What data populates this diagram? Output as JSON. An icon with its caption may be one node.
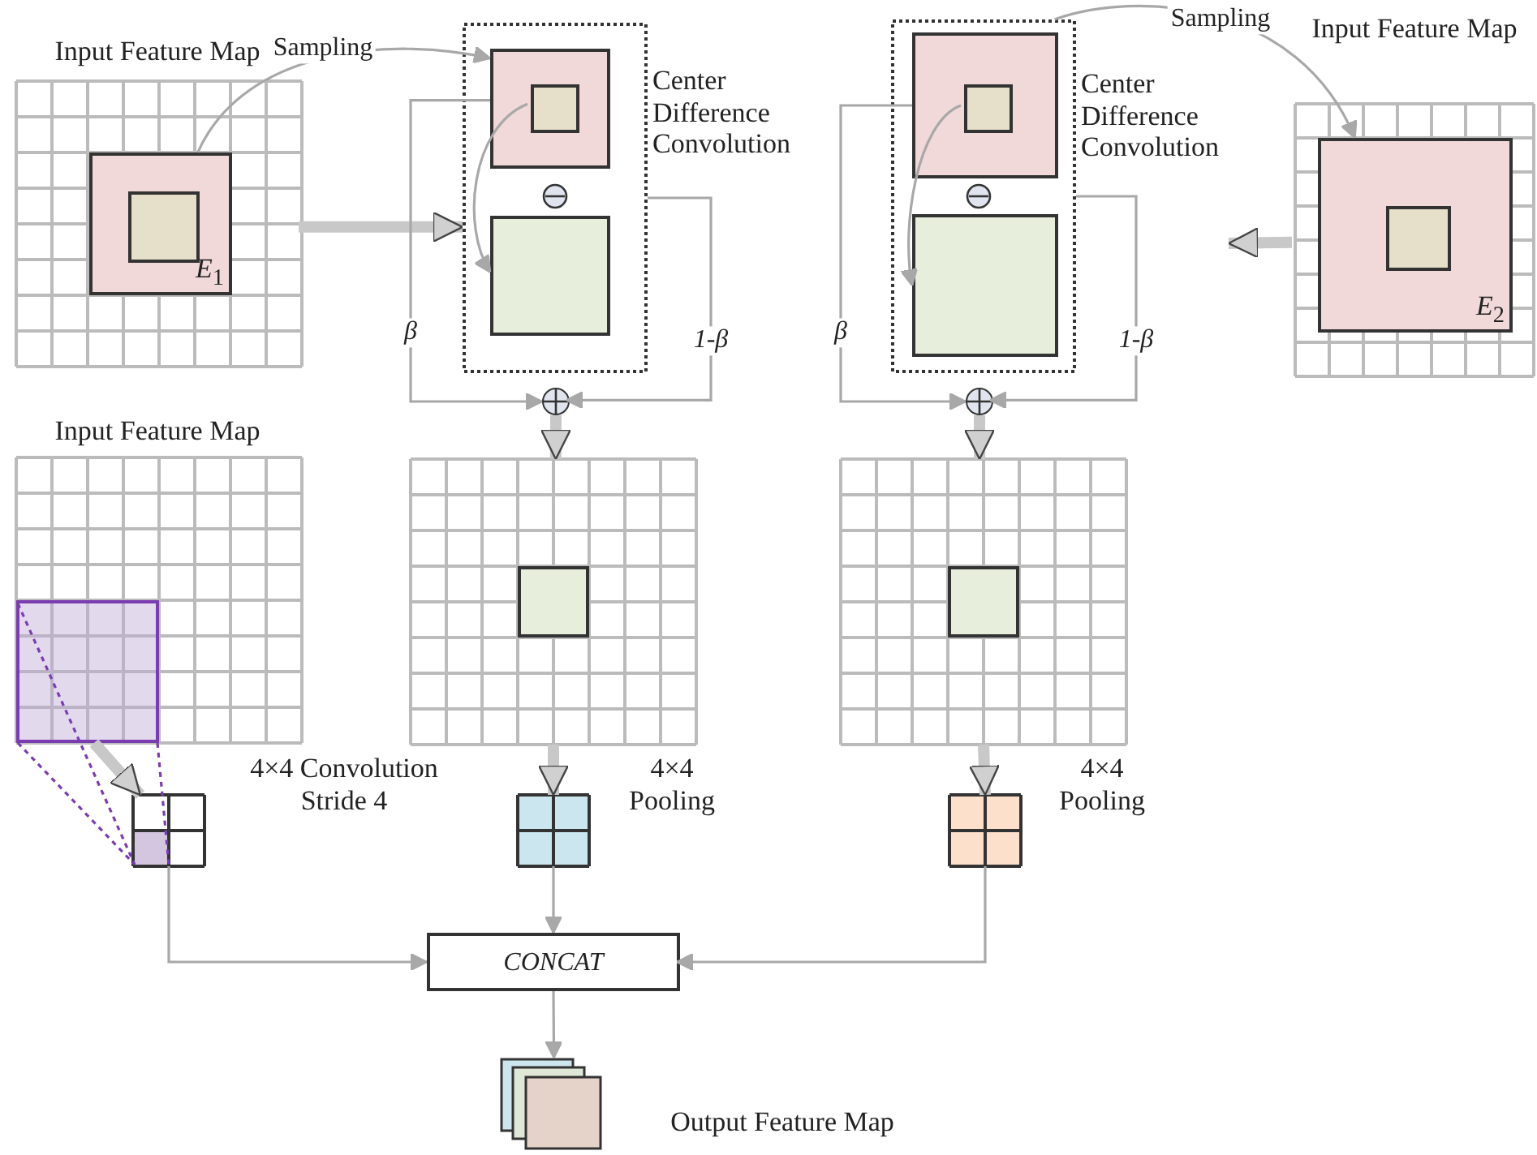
{
  "diagram": {
    "nodes": [
      {
        "text": [
          "Input Feature Map"
        ]
      },
      {
        "text": [
          "*E*$_{1}$"
        ],
        "in": 0
      },
      {
        "text": [],
        "shape": "box",
        "in": 1
      },
      {
        "text": [
          "Center Difference Convolution"
        ]
      },
      {
        "text": [],
        "shape": "box",
        "in": 3
      },
      {
        "text": [],
        "shape": "box",
        "in": 4
      },
      {
        "text": [],
        "shape": "box",
        "in": 3
      },
      {
        "text": [],
        "shape": "circle"
      },
      {
        "text": [
          "Center Difference Convolution"
        ]
      },
      {
        "text": [],
        "shape": "box",
        "in": 8
      },
      {
        "text": [],
        "shape": "box",
        "in": 9
      },
      {
        "text": [],
        "shape": "box",
        "in": 8
      },
      {
        "text": [],
        "shape": "circle"
      },
      {
        "text": [
          "Input Feature Map"
        ]
      },
      {
        "text": [
          "*E*$_{2}$"
        ],
        "in": 13
      },
      {
        "text": [],
        "shape": "box",
        "in": 14
      },
      {
        "text": [
          "Input Feature Map"
        ]
      },
      {
        "text": [],
        "shape": "box",
        "in": 16
      },
      {
        "text": [],
        "shape": "grid"
      },
      {
        "text": [],
        "shape": "box",
        "in": 18
      },
      {
        "text": [],
        "shape": "grid"
      },
      {
        "text": [],
        "shape": "box",
        "in": 20
      },
      {
        "text": [],
        "shape": "grid",
        "beside": [
          "4×4 Convolution Stride 4"
        ]
      },
      {
        "text": [],
        "shape": "grid",
        "beside": [
          "4×4 Pooling"
        ]
      },
      {
        "text": [],
        "shape": "grid",
        "beside": [
          "4×4 Pooling"
        ]
      },
      {
        "text": [
          "CONCAT"
        ]
      },
      {
        "text": [],
        "shape": "box",
        "beside": [
          "Output Feature Map"
        ]
      }
    ],
    "edges": [
      {
        "from": 1,
        "to": 4,
        "arrow": "to",
        "label": "Sampling"
      },
      {
        "from": 0,
        "to": 3,
        "arrow": "to",
        "style": "thick"
      },
      {
        "from": 5,
        "to": 6,
        "arrow": "to"
      },
      {
        "from": 4,
        "to": 7,
        "arrow": "to",
        "label": "β"
      },
      {
        "from": 3,
        "to": 7,
        "arrow": "to",
        "label": "1-β"
      },
      {
        "from": 7,
        "to": 18,
        "arrow": "to",
        "style": "thick"
      },
      {
        "from": 8,
        "to": 14,
        "arrow": "to",
        "label": "Sampling"
      },
      {
        "from": 13,
        "to": 8,
        "arrow": "to",
        "style": "thick"
      },
      {
        "from": 10,
        "to": 11,
        "arrow": "to"
      },
      {
        "from": 9,
        "to": 12,
        "arrow": "to",
        "label": "β"
      },
      {
        "from": 8,
        "to": 12,
        "arrow": "to",
        "label": "1-β"
      },
      {
        "from": 12,
        "to": 20,
        "arrow": "to",
        "style": "thick"
      },
      {
        "from": 17,
        "to": 22,
        "arrow": "to",
        "style": "thick"
      },
      {
        "from": 18,
        "to": 23,
        "arrow": "to",
        "style": "thick"
      },
      {
        "from": 20,
        "to": 24,
        "arrow": "to",
        "style": "thick"
      },
      {
        "from": 22,
        "to": 25,
        "arrow": "to"
      },
      {
        "from": 23,
        "to": 25,
        "arrow": "to"
      },
      {
        "from": 24,
        "to": 25,
        "arrow": "to"
      },
      {
        "from": 25,
        "to": 26,
        "arrow": "to"
      }
    ]
  }
}
